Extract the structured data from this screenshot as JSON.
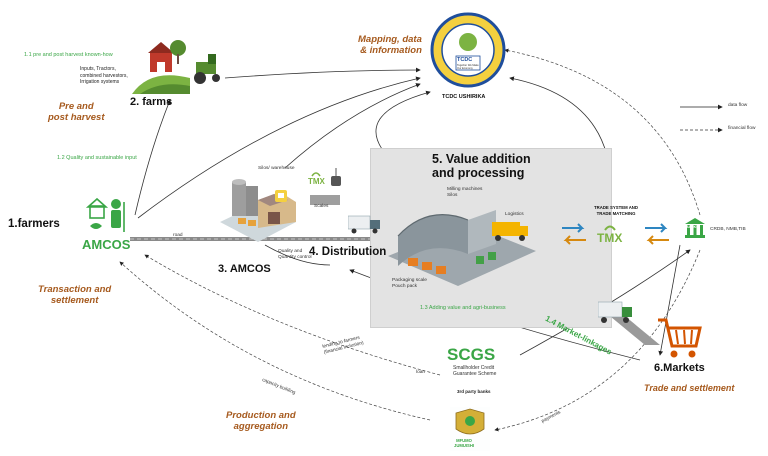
{
  "colors": {
    "green": "#3aa646",
    "brown": "#a65a1e",
    "panel": "#e3e3e3",
    "tmx_green": "#7cb342",
    "arrow_blue": "#2e86c1",
    "arrow_orange": "#d68910"
  },
  "legend": {
    "data_flow": "data flow",
    "financial_flow": "financial flow"
  },
  "mapping": {
    "title_line1": "Mapping, data",
    "title_line2": "& information",
    "seal_name": "TCDC",
    "seal_tagline": "Together We Make Our Economy",
    "seal_caption": "TCDC USHIRIKA"
  },
  "farms": {
    "title": "2. farms",
    "knowhow": "1.1 pre and post harvest known-how",
    "inputs_line1": "Inputs, Tractors,",
    "inputs_line2": "combined harvestors,",
    "inputs_line3": "Irrigation systems",
    "pre_post_line1": "Pre and",
    "pre_post_line2": "post harvest",
    "quality_input": "1.2 Quality and sustainable input"
  },
  "farmers": {
    "title": "1.farmers",
    "logo_text": "AMCOS",
    "transaction_line1": "Transaction and",
    "transaction_line2": "settlement"
  },
  "amcos": {
    "title": "3. AMCOS",
    "road": "road",
    "silos": "Silos/ warehouse",
    "scales": "Scales",
    "quality_line1": "Quality and",
    "quality_line2": "Quantity control",
    "tmx": "TMX"
  },
  "distribution": {
    "title": "4. Distribution"
  },
  "value_addition": {
    "title_line1": "5. Value addition",
    "title_line2": "and processing",
    "milling_line1": "Milling machines",
    "milling_line2": "Silos",
    "logistics": "Logistics",
    "packaging_line1": "Packaging scale",
    "packaging_line2": "Pouch pack",
    "agri_business": "1.3 Adding value and agri-business",
    "market_linkages": "1.4 Market-linkages"
  },
  "trade": {
    "system_line1": "TRADE SYSTEM AND",
    "system_line2": "TRADE MATCHING",
    "tmx": "TMX",
    "banks": "BANKS",
    "banks_label": "CRDB, NMB,TIB"
  },
  "markets": {
    "title": "6.Markets",
    "subtitle": "Trade and settlement"
  },
  "scgs": {
    "logo": "SCGS",
    "line1": "Smallholder Credit",
    "line2": "Guarantee Scheme",
    "third_party": "3rd party banks",
    "lending_line1": "lending to farmers",
    "lending_line2": "(financial inclusion)",
    "loan": "loan"
  },
  "production": {
    "title_line1": "Production and",
    "title_line2": "aggregation",
    "capacity": "capacity building",
    "payments": "payments",
    "mfumo_line1": "MFUMO",
    "mfumo_line2": "JUMUISHI"
  }
}
